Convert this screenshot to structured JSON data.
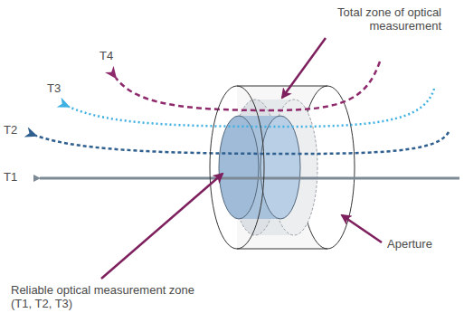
{
  "diagram": {
    "labels": [
      "Total zone of optical measurement",
      "T4",
      "T3",
      "T2",
      "T1",
      "Aperture",
      "Reliable optical measurement zone (T1, T2, T3)"
    ]
  }
}
